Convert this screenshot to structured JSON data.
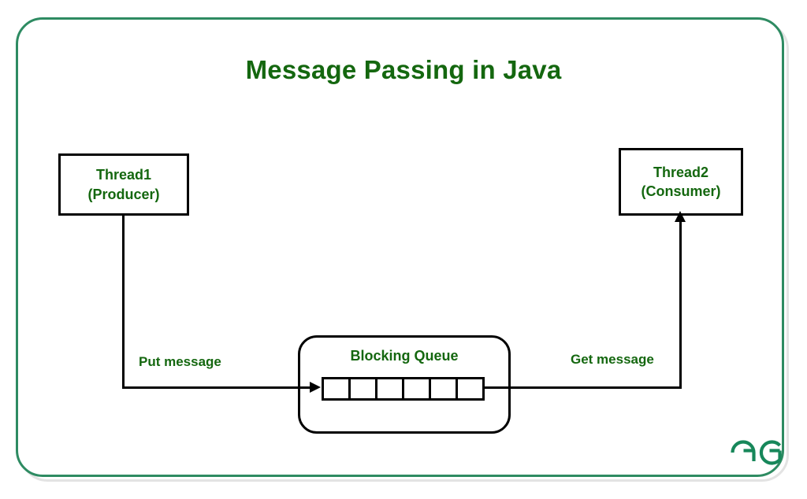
{
  "diagram": {
    "title": "Message Passing in Java",
    "nodes": [
      {
        "id": "thread1",
        "line1": "Thread1",
        "line2": "(Producer)"
      },
      {
        "id": "thread2",
        "line1": "Thread2",
        "line2": "(Consumer)"
      }
    ],
    "queue": {
      "label": "Blocking Queue",
      "cell_count": 6,
      "cells": [
        "",
        "",
        "",
        "",
        "",
        ""
      ]
    },
    "edges": [
      {
        "id": "put",
        "label": "Put message",
        "from": "thread1",
        "to": "queue",
        "direction": "into-queue"
      },
      {
        "id": "get",
        "label": "Get message",
        "from": "queue",
        "to": "thread2",
        "direction": "out-of-queue"
      }
    ]
  },
  "branding": {
    "logo_name": "geeksforgeeks-logo",
    "logo_text": "GG"
  },
  "colors": {
    "accent_green": "#14670f",
    "frame_green": "#2e8b62",
    "frame_gray": "#e3e3e3",
    "stroke_black": "#000000",
    "logo_green": "#17875a",
    "background": "#ffffff"
  }
}
